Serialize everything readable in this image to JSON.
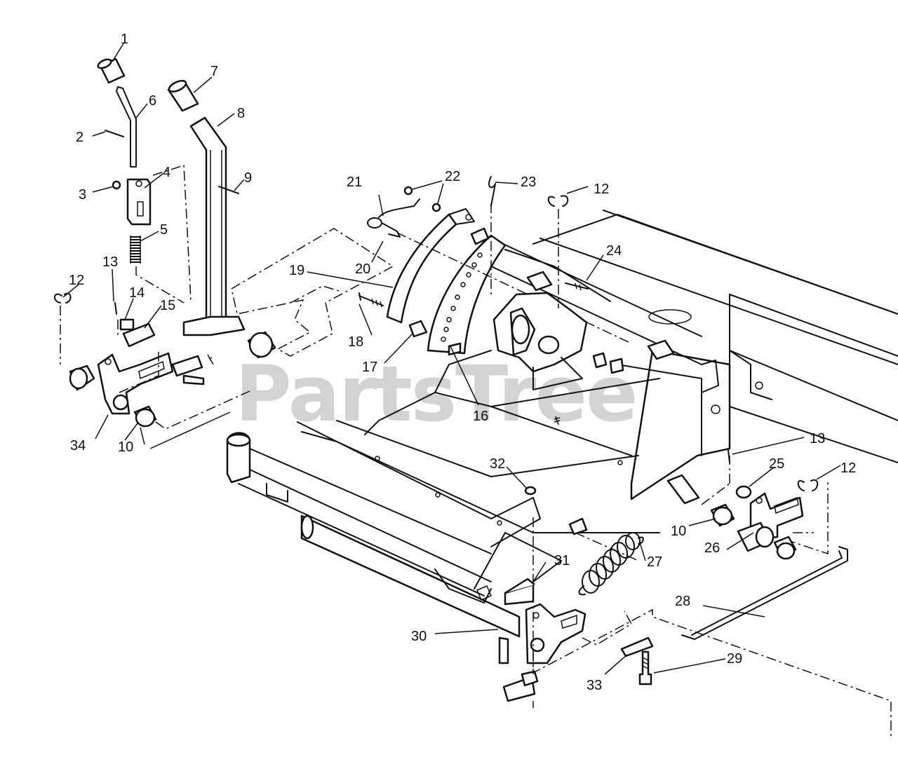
{
  "watermark": {
    "text": "PartsTree",
    "trademark": "™"
  },
  "callouts": {
    "c1": "1",
    "c2": "2",
    "c3": "3",
    "c4": "4",
    "c5": "5",
    "c6": "6",
    "c7": "7",
    "c8": "8",
    "c9": "9",
    "c10a": "10",
    "c10b": "10",
    "c12a": "12",
    "c12b": "12",
    "c12c": "12",
    "c13a": "13",
    "c13b": "13",
    "c14": "14",
    "c15": "15",
    "c16": "16",
    "c17": "17",
    "c18": "18",
    "c19": "19",
    "c20": "20",
    "c21": "21",
    "c22": "22",
    "c23": "23",
    "c24": "24",
    "c25": "25",
    "c26": "26",
    "c27": "27",
    "c28": "28",
    "c29": "29",
    "c30": "30",
    "c31": "31",
    "c32": "32",
    "c33": "33",
    "c34": "34"
  }
}
